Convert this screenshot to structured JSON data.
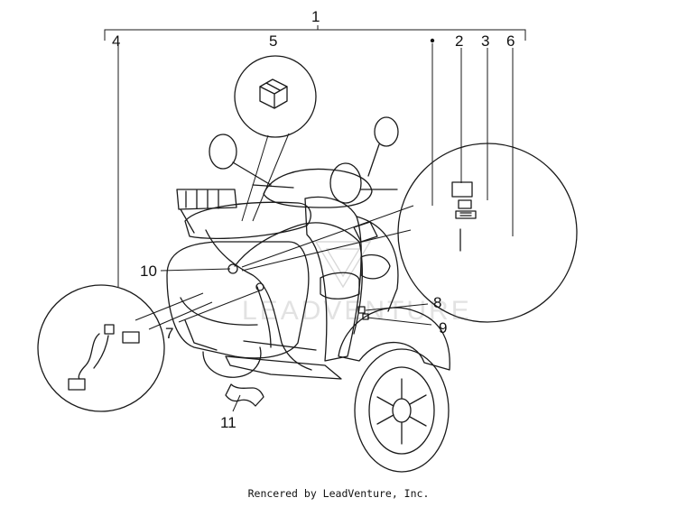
{
  "diagram": {
    "callouts": [
      "1",
      "2",
      "3",
      "4",
      "5",
      "6",
      "7",
      "8",
      "9",
      "10",
      "11"
    ]
  },
  "watermark": {
    "text": "LEADVENTURE"
  },
  "footer": {
    "credit": "Rencered by LeadVenture, Inc."
  }
}
